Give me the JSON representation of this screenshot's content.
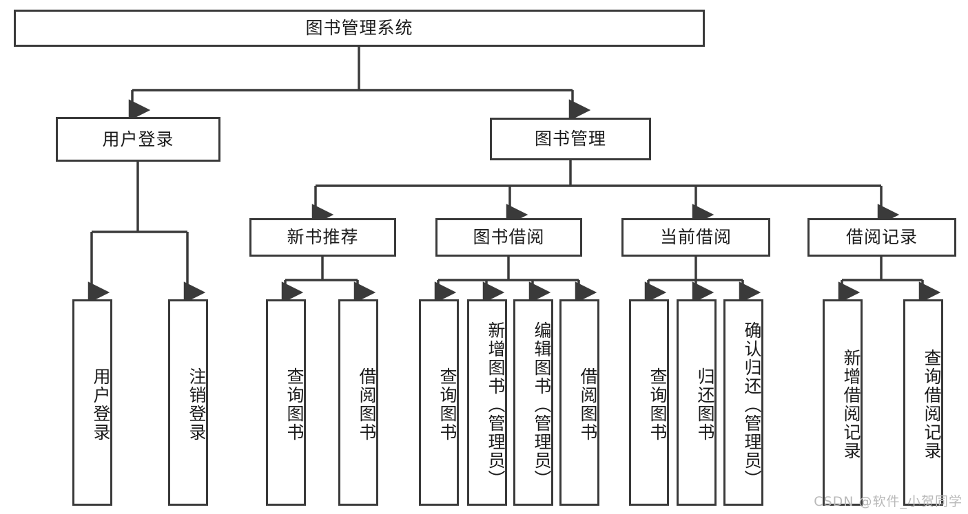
{
  "diagram": {
    "title": "图书管理系统",
    "type": "tree",
    "watermark": "CSDN @软件_小贺同学",
    "line_color": "#3a3a3a",
    "text_color": "#1b1b1b",
    "background": "#ffffff"
  },
  "nodes": {
    "root": {
      "label": "图书管理系统",
      "orientation": "horizontal"
    },
    "level2": [
      {
        "id": "user-login",
        "label": "用户登录",
        "orientation": "horizontal"
      },
      {
        "id": "book-management",
        "label": "图书管理",
        "orientation": "horizontal"
      }
    ],
    "level3": [
      {
        "id": "new-book-recommend",
        "label": "新书推荐",
        "orientation": "horizontal"
      },
      {
        "id": "book-borrow",
        "label": "图书借阅",
        "orientation": "horizontal"
      },
      {
        "id": "current-borrow",
        "label": "当前借阅",
        "orientation": "horizontal"
      },
      {
        "id": "borrow-record",
        "label": "借阅记录",
        "orientation": "horizontal"
      }
    ],
    "leaves": [
      {
        "id": "leaf-user-login",
        "label": "用户登录",
        "parent": "user-login",
        "orientation": "vertical"
      },
      {
        "id": "leaf-user-logout",
        "label": "注销登录",
        "parent": "user-login",
        "orientation": "vertical"
      },
      {
        "id": "leaf-query-book-1",
        "label": "查询图书",
        "parent": "new-book-recommend",
        "orientation": "vertical"
      },
      {
        "id": "leaf-borrow-book-1",
        "label": "借阅图书",
        "parent": "new-book-recommend",
        "orientation": "vertical"
      },
      {
        "id": "leaf-query-book-2",
        "label": "查询图书",
        "parent": "book-borrow",
        "orientation": "vertical"
      },
      {
        "id": "leaf-add-book",
        "label": "新增图书（管理员）",
        "parent": "book-borrow",
        "orientation": "vertical"
      },
      {
        "id": "leaf-edit-book",
        "label": "编辑图书（管理员）",
        "parent": "book-borrow",
        "orientation": "vertical"
      },
      {
        "id": "leaf-borrow-book-2",
        "label": "借阅图书",
        "parent": "book-borrow",
        "orientation": "vertical"
      },
      {
        "id": "leaf-query-book-3",
        "label": "查询图书",
        "parent": "current-borrow",
        "orientation": "vertical"
      },
      {
        "id": "leaf-return-book",
        "label": "归还图书",
        "parent": "current-borrow",
        "orientation": "vertical"
      },
      {
        "id": "leaf-confirm-return",
        "label": "确认归还（管理员）",
        "parent": "current-borrow",
        "orientation": "vertical"
      },
      {
        "id": "leaf-add-record",
        "label": "新增借阅记录",
        "parent": "borrow-record",
        "orientation": "vertical"
      },
      {
        "id": "leaf-query-record",
        "label": "查询借阅记录",
        "parent": "borrow-record",
        "orientation": "vertical"
      }
    ]
  }
}
